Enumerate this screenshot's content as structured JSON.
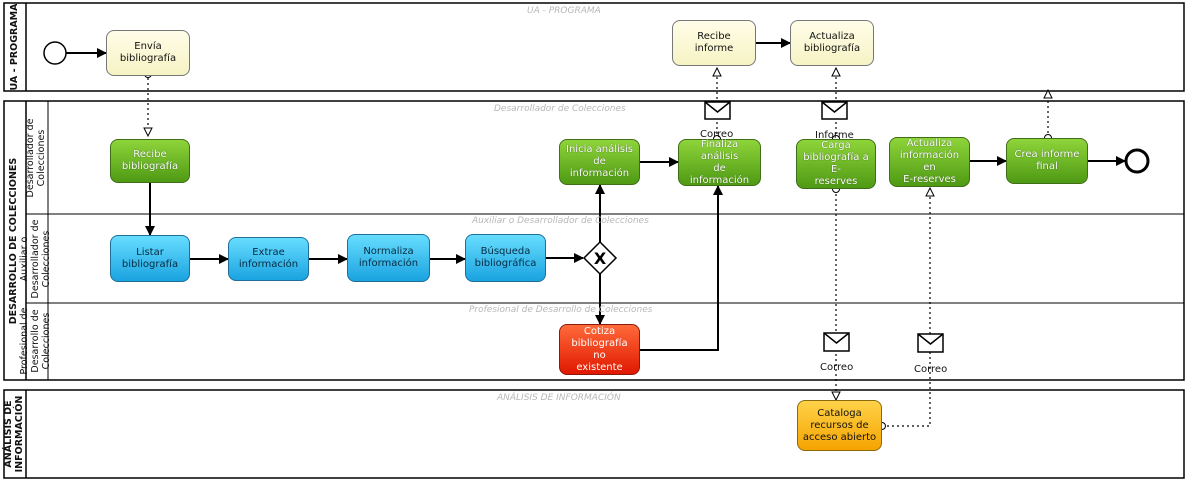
{
  "pools": {
    "ua": {
      "label": "UA - PROGRAMA",
      "lane_title": "UA - PROGRAMA"
    },
    "dc": {
      "label": "DESARROLLO DE COLECCIONES",
      "lanes": [
        {
          "label": "Desarrollador de\nColecciones",
          "title": "Desarrollador de Colecciones"
        },
        {
          "label": "Auxiliar o\nDesarrollador de\nColecciones",
          "title": "Auxiliar o Desarrollador de Colecciones"
        },
        {
          "label": "Profesional de\nDesarrollo de\nColecciones",
          "title": "Profesional de Desarrollo de Colecciones"
        }
      ]
    },
    "ai": {
      "label": "ANÁLISIS DE\nINFORMACIÓN",
      "lane_title": "ANÁLISIS DE INFORMACIÓN"
    }
  },
  "tasks": {
    "envia": "Envía\nbibliografía",
    "recibe_informe": "Recibe informe",
    "actualiza_bib": "Actualiza\nbibliografía",
    "recibe_bib": "Recibe\nbibliografía",
    "inicia": "Inicia análisis de\ninformación",
    "finaliza": "Finaliza análisis\nde información",
    "carga": "Carga\nbibliografía a E-\nreserves",
    "actualiza_info": "Actualiza\ninformación en\nE-reserves",
    "crea_informe": "Crea informe\nfinal",
    "listar": "Listar\nbibliografía",
    "extrae": "Extrae\ninformación",
    "normaliza": "Normaliza\ninformación",
    "busqueda": "Búsqueda\nbibliográfica",
    "cotiza": "Cotiza\nbibliografía no\nexistente",
    "cataloga": "Cataloga\nrecursos de\nacceso abierto"
  },
  "messages": {
    "correo_1": "Correo",
    "informe": "Informe",
    "correo_2": "Correo",
    "correo_3": "Correo"
  },
  "gateway": {
    "symbol": "X"
  },
  "colors": {
    "yellow_task": "#f6f3c4",
    "green_task": "#4f9a14",
    "blue_task": "#1aa3e0",
    "red_task": "#e01800",
    "orange_task": "#f5a400"
  }
}
